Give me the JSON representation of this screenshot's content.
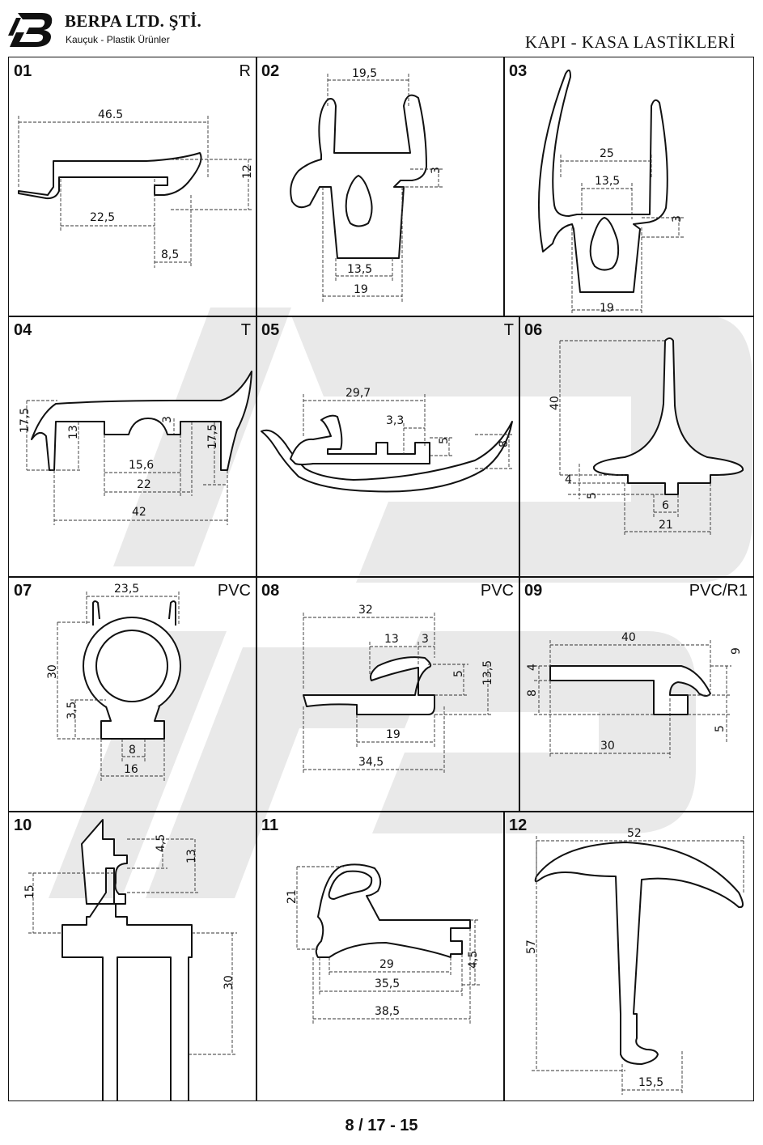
{
  "header": {
    "brand": "BERPA LTD. ŞTİ.",
    "tagline": "Kauçuk - Plastik Ürünler",
    "doc_title": "KAPI - KASA LASTİKLERİ"
  },
  "cells": [
    {
      "num": "01",
      "material": "R",
      "dims": [
        "46.5",
        "12",
        "22,5",
        "8,5"
      ]
    },
    {
      "num": "02",
      "material": "",
      "dims": [
        "19,5",
        "3",
        "13,5",
        "19"
      ]
    },
    {
      "num": "03",
      "material": "",
      "dims": [
        "25",
        "13,5",
        "3",
        "19"
      ]
    },
    {
      "num": "04",
      "material": "T",
      "dims": [
        "17,5",
        "13",
        "3",
        "15,6",
        "22",
        "17,5",
        "42"
      ]
    },
    {
      "num": "05",
      "material": "T",
      "dims": [
        "29,7",
        "3,3",
        "5",
        "8"
      ]
    },
    {
      "num": "06",
      "material": "",
      "dims": [
        "40",
        "4",
        "5",
        "6",
        "21"
      ]
    },
    {
      "num": "07",
      "material": "PVC",
      "dims": [
        "23,5",
        "30",
        "3,5",
        "8",
        "16"
      ]
    },
    {
      "num": "08",
      "material": "PVC",
      "dims": [
        "32",
        "13",
        "3",
        "5",
        "13,5",
        "19",
        "34,5"
      ]
    },
    {
      "num": "09",
      "material": "PVC/R1",
      "dims": [
        "40",
        "4",
        "9",
        "8",
        "5",
        "30"
      ]
    },
    {
      "num": "10",
      "material": "",
      "dims": [
        "4,5",
        "13",
        "15",
        "30"
      ]
    },
    {
      "num": "11",
      "material": "",
      "dims": [
        "21",
        "29",
        "4,5",
        "35,5",
        "38,5"
      ]
    },
    {
      "num": "12",
      "material": "",
      "dims": [
        "52",
        "57",
        "15,5"
      ]
    }
  ],
  "footer": {
    "page": "8 / 17 - 15"
  }
}
